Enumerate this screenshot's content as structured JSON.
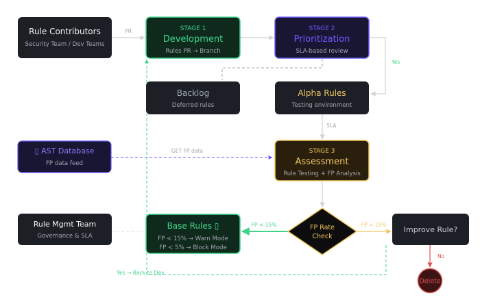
{
  "colors": {
    "dark_fill": "#1c1f26",
    "green": "#3ed48a",
    "green_fill": "#0f2a1d",
    "purple": "#6b5bff",
    "purple_fill": "#181633",
    "gold": "#f0c75e",
    "gold_fill": "#2a1f0d",
    "red": "#e05252",
    "red_fill": "#3d1414",
    "muted_text": "#a3a7b0",
    "white_text": "#f2f2f2",
    "gray_line": "#cfd2d6"
  },
  "nodes": {
    "contributors": {
      "title": "Rule Contributors",
      "sub": "Security Team / Dev Teams"
    },
    "development": {
      "stage": "STAGE 1",
      "title": "Development",
      "sub": "Rules PR → Branch"
    },
    "prioritization": {
      "stage": "STAGE 2",
      "title": "Prioritization",
      "sub": "SLA-based review"
    },
    "backlog": {
      "title": "Backlog",
      "sub": "Deferred rules"
    },
    "alpha": {
      "title": "Alpha Rules",
      "sub": "Testing environment"
    },
    "ast_db": {
      "title": "▯ AST Database",
      "sub": "FP data feed"
    },
    "assessment": {
      "stage": "STAGE 3",
      "title": "Assessment",
      "sub": "Rule Testing + FP Analysis"
    },
    "mgmt": {
      "title": "Rule Mgmt Team",
      "sub": "Governance & SLA"
    },
    "base_rules": {
      "title": "Base Rules ▯",
      "sub1": "FP < 15% → Warn Mode",
      "sub2": "FP < 5% → Block Mode"
    },
    "fp_check": {
      "line1": "FP Rate",
      "line2": "Check"
    },
    "improve": {
      "title": "Improve Rule?"
    },
    "delete": {
      "title": "Delete"
    }
  },
  "edge_labels": {
    "pr": "PR",
    "yes": "Yes",
    "sla": "SLA",
    "get_fp": "GET FP data",
    "fp_low": "FP < 15%",
    "fp_high": "FP > 15%",
    "no": "No",
    "back_to_dev": "Yes → Back to Dev"
  }
}
